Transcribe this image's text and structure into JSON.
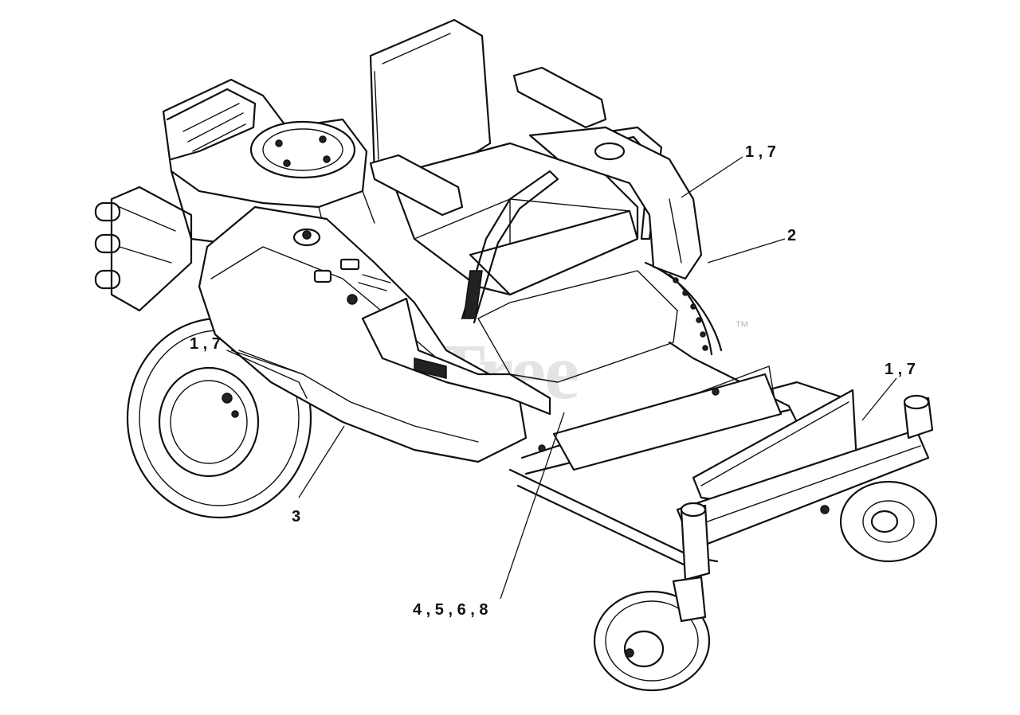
{
  "watermark": {
    "text": "PartsTree",
    "trademark": "™"
  },
  "callouts": [
    {
      "id": "c-1-7-right-top",
      "label": "1 , 7"
    },
    {
      "id": "c-2",
      "label": "2"
    },
    {
      "id": "c-1-7-left",
      "label": "1 , 7"
    },
    {
      "id": "c-1-7-right-front",
      "label": "1 , 7"
    },
    {
      "id": "c-3",
      "label": "3"
    },
    {
      "id": "c-4-5-6-8",
      "label": "4 , 5 , 6 , 8"
    }
  ]
}
